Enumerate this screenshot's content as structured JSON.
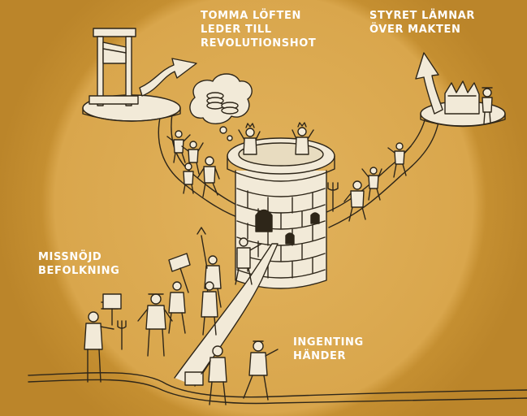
{
  "labels": {
    "empty_promises": [
      "TOMMA LÖFTEN",
      "LEDER TILL",
      "REVOLUTIONSHOT"
    ],
    "government_leaves": [
      "STYRET LÄMNAR",
      "ÖVER MAKTEN"
    ],
    "discontent": [
      "MISSNÖJD",
      "BEFOLKNING"
    ],
    "nothing_happens": [
      "INGENTING",
      "HÄNDER"
    ]
  },
  "colors": {
    "background": "#bf8a2c",
    "glow": "#e3b560",
    "ink": "#2e2619",
    "paper": "#f2ead8",
    "text": "#ffffff"
  }
}
